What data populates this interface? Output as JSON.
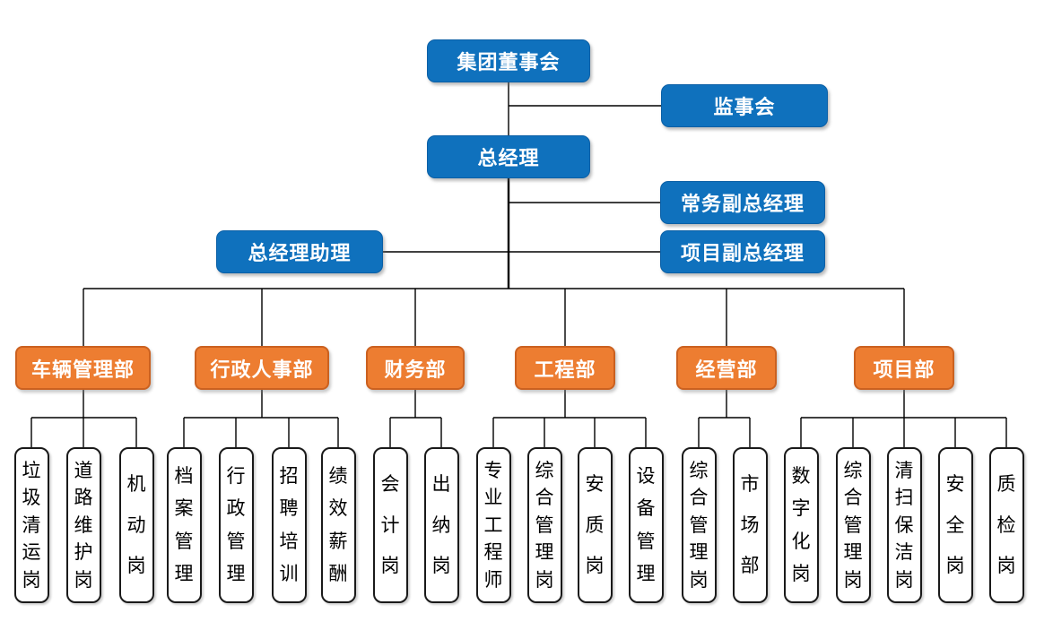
{
  "palette": {
    "management_fill": "#0f71bd",
    "department_fill": "#ed7d31",
    "department_border": "#cb6120",
    "position_border": "#1a1a1a",
    "connector": "#000000",
    "text_on_fill": "#ffffff",
    "text_on_white": "#000000"
  },
  "org": {
    "board": {
      "label": "集团董事会"
    },
    "supervisory": {
      "label": "监事会"
    },
    "gm": {
      "label": "总经理"
    },
    "deputy_executive": {
      "label": "常务副总经理"
    },
    "gm_assistant": {
      "label": "总经理助理"
    },
    "deputy_project": {
      "label": "项目副总经理"
    },
    "departments": [
      {
        "label": "车辆管理部",
        "children": [
          "垃圾清运岗",
          "道路维护岗",
          "机动岗"
        ]
      },
      {
        "label": "行政人事部",
        "children": [
          "档案管理",
          "行政管理",
          "招聘培训",
          "绩效薪酬"
        ]
      },
      {
        "label": "财务部",
        "children": [
          "会计岗",
          "出纳岗"
        ]
      },
      {
        "label": "工程部",
        "children": [
          "专业工程师",
          "综合管理岗",
          "安质岗",
          "设备管理"
        ]
      },
      {
        "label": "经营部",
        "children": [
          "综合管理岗",
          "市场部"
        ]
      },
      {
        "label": "项目部",
        "children": [
          "数字化岗",
          "综合管理岗",
          "清扫保洁岗",
          "安全岗",
          "质检岗"
        ]
      }
    ]
  }
}
